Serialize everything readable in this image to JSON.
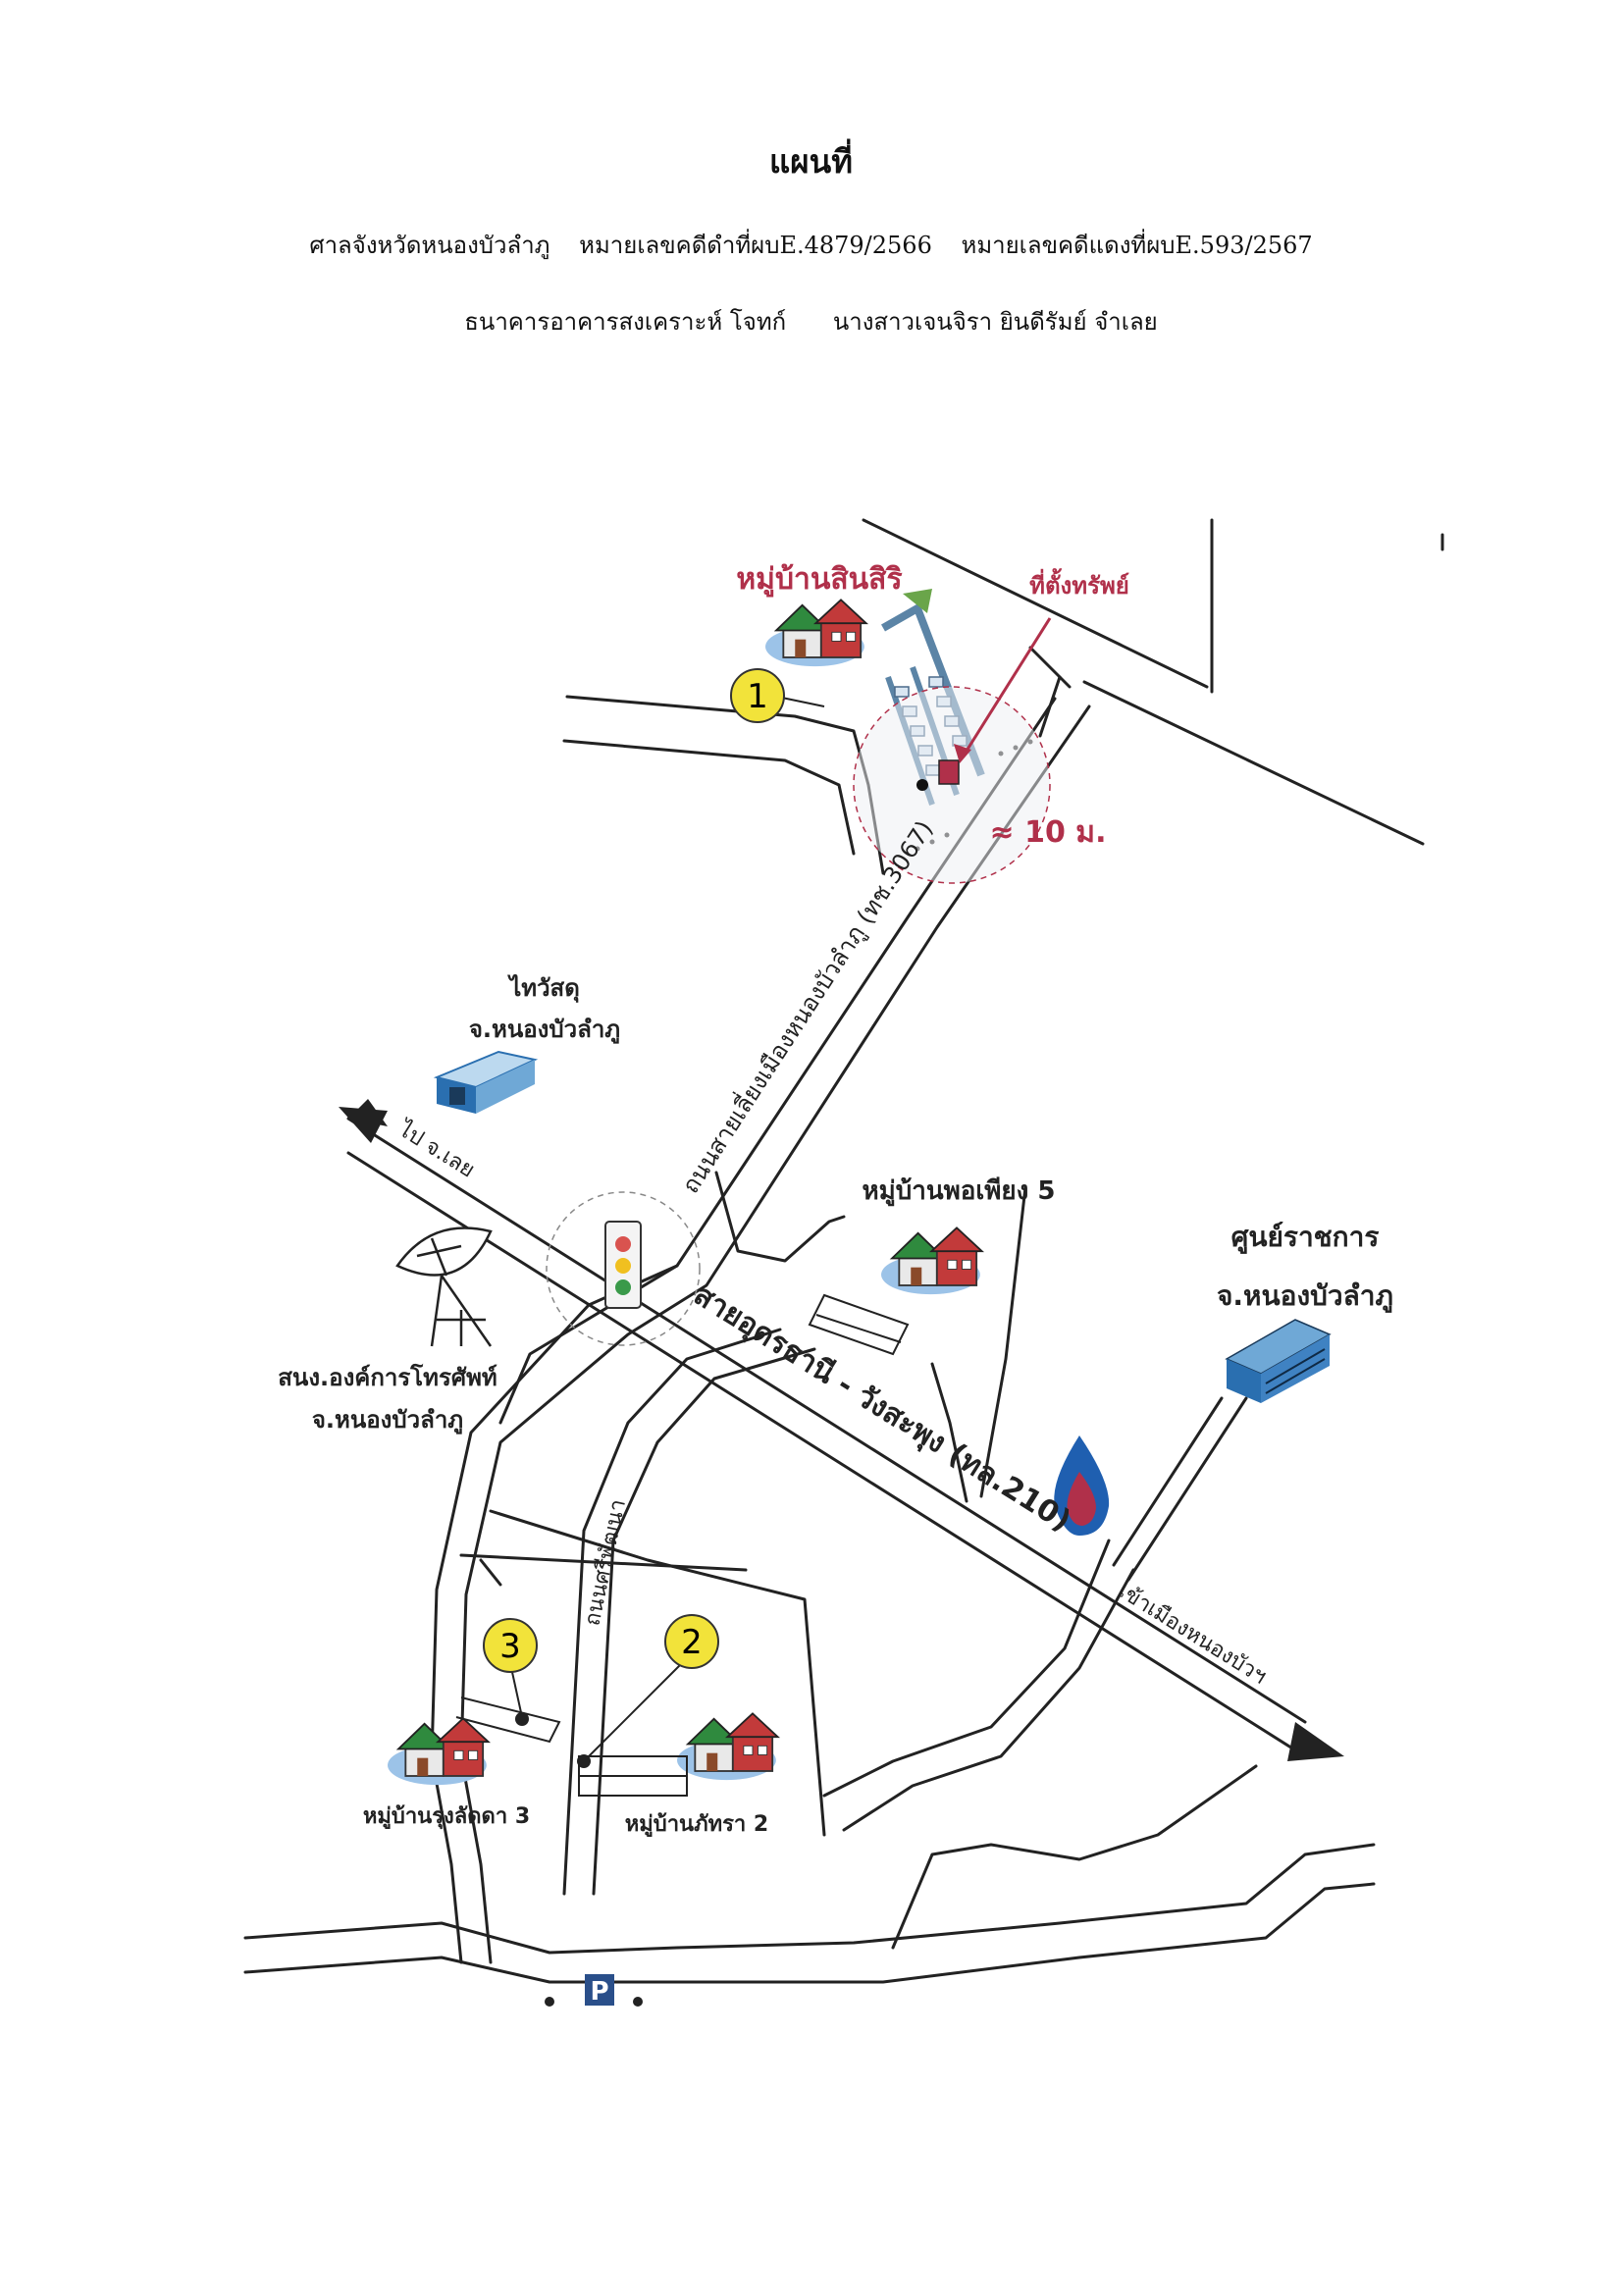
{
  "header": {
    "title": "แผนที่",
    "court": "ศาลจังหวัดหนองบัวลำภู",
    "black_case": "หมายเลขคดีดำที่ผบE.4879/2566",
    "red_case": "หมายเลขคดีแดงที่ผบE.593/2567",
    "plaintiff": "ธนาคารอาคารสงเคราะห์ โจทก์",
    "defendant": "นางสาวเจนจิรา ยินดีรัมย์ จำเลย"
  },
  "map": {
    "places": {
      "village_sinsiri": "หมู่บ้านสินสิริ",
      "property_location": "ที่ตั้งทรัพย์",
      "distance": "≈ 10 ม.",
      "post_office_l1": "ไทวัสดุ",
      "post_office_l2": "จ.หนองบัวลำภู",
      "tot_l1": "สนง.องค์การโทรศัพท์",
      "tot_l2": "จ.หนองบัวลำภู",
      "village_porpiang": "หมู่บ้านพอเพียง 5",
      "govt_center_l1": "ศูนย์ราชการ",
      "govt_center_l2": "จ.หนองบัวลำภู",
      "village_rungladda": "หมู่บ้านรุ่งลัดดา 3",
      "village_phattra": "หมู่บ้านภัทรา 2"
    },
    "roads": {
      "bypass": "ถนนสายเลี่ยงเมืองหนองบัวลำภู (ทช.3067)",
      "to_loei": "ไป จ.เลย",
      "udon_wang": "สายอุดรธานี - วังสะพุง (ทล.210)",
      "to_town": "เข้าเมืองหนองบัวฯ",
      "sriphatthana": "ถนนศรีพัฒนา"
    },
    "markers": [
      "1",
      "2",
      "3"
    ],
    "icons": [
      "house-icon",
      "traffic-light-icon",
      "satellite-dish-icon",
      "warehouse-icon",
      "office-building-icon",
      "fuel-drop-icon",
      "parking-icon"
    ],
    "colors": {
      "road": "#222222",
      "label_red": "#b0304a",
      "marker_yellow": "#f2e33a",
      "house_red": "#c23a3a",
      "house_green": "#2f8a3e",
      "building_blue": "#2a6fb0"
    }
  }
}
